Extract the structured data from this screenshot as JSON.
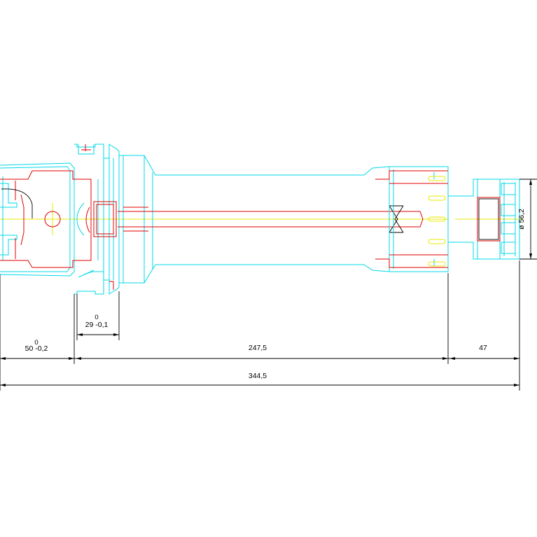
{
  "dimensions": {
    "shank_length_upper": "0",
    "shank_length_value": "50 -0,2",
    "flange_upper": "0",
    "flange_value": "29 -0,1",
    "body_length": "247,5",
    "nut_length": "47",
    "total_length": "344,5",
    "nut_diameter": "ø 56,2"
  },
  "colors": {
    "outline": "#00d8e8",
    "hidden": "#e00000",
    "centerline": "#e8e800",
    "dimension": "#000000"
  }
}
